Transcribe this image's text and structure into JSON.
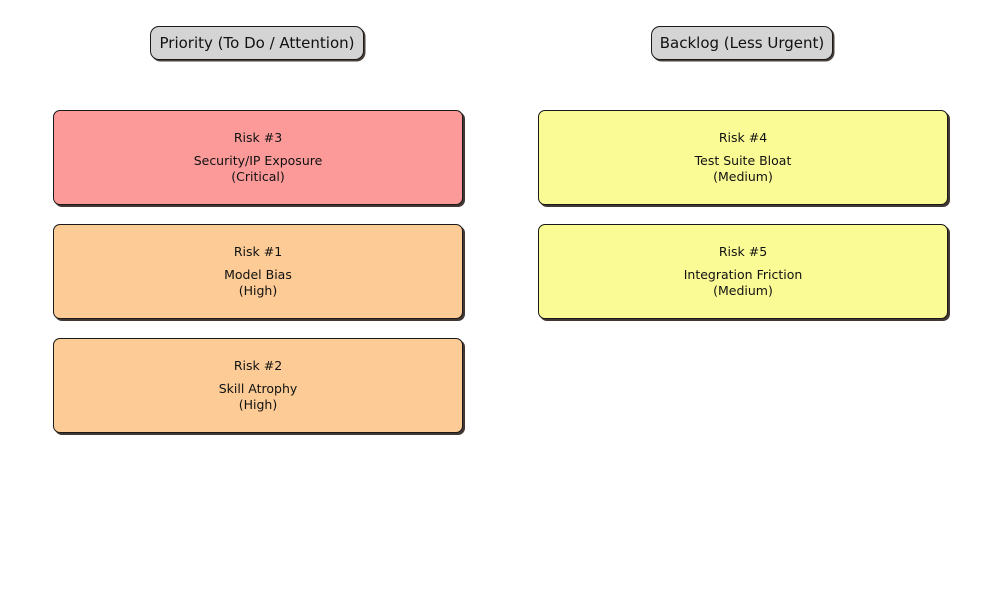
{
  "board": {
    "background_color": "#ffffff",
    "columns": [
      {
        "id": "priority",
        "header": "Priority (To Do / Attention)",
        "header_fill": "#d4d4d4",
        "cards": [
          {
            "title": "Risk #3",
            "description": "Security/IP Exposure",
            "severity": "(Critical)",
            "severity_key": "critical",
            "fill": "#fc9a9a"
          },
          {
            "title": "Risk #1",
            "description": "Model Bias",
            "severity": "(High)",
            "severity_key": "high",
            "fill": "#fccb96"
          },
          {
            "title": "Risk #2",
            "description": "Skill Atrophy",
            "severity": "(High)",
            "severity_key": "high",
            "fill": "#fccb96"
          }
        ]
      },
      {
        "id": "backlog",
        "header": "Backlog (Less Urgent)",
        "header_fill": "#d4d4d4",
        "cards": [
          {
            "title": "Risk #4",
            "description": "Test Suite Bloat",
            "severity": "(Medium)",
            "severity_key": "medium",
            "fill": "#fbfb96"
          },
          {
            "title": "Risk #5",
            "description": "Integration Friction",
            "severity": "(Medium)",
            "severity_key": "medium",
            "fill": "#fbfb96"
          }
        ]
      }
    ]
  }
}
